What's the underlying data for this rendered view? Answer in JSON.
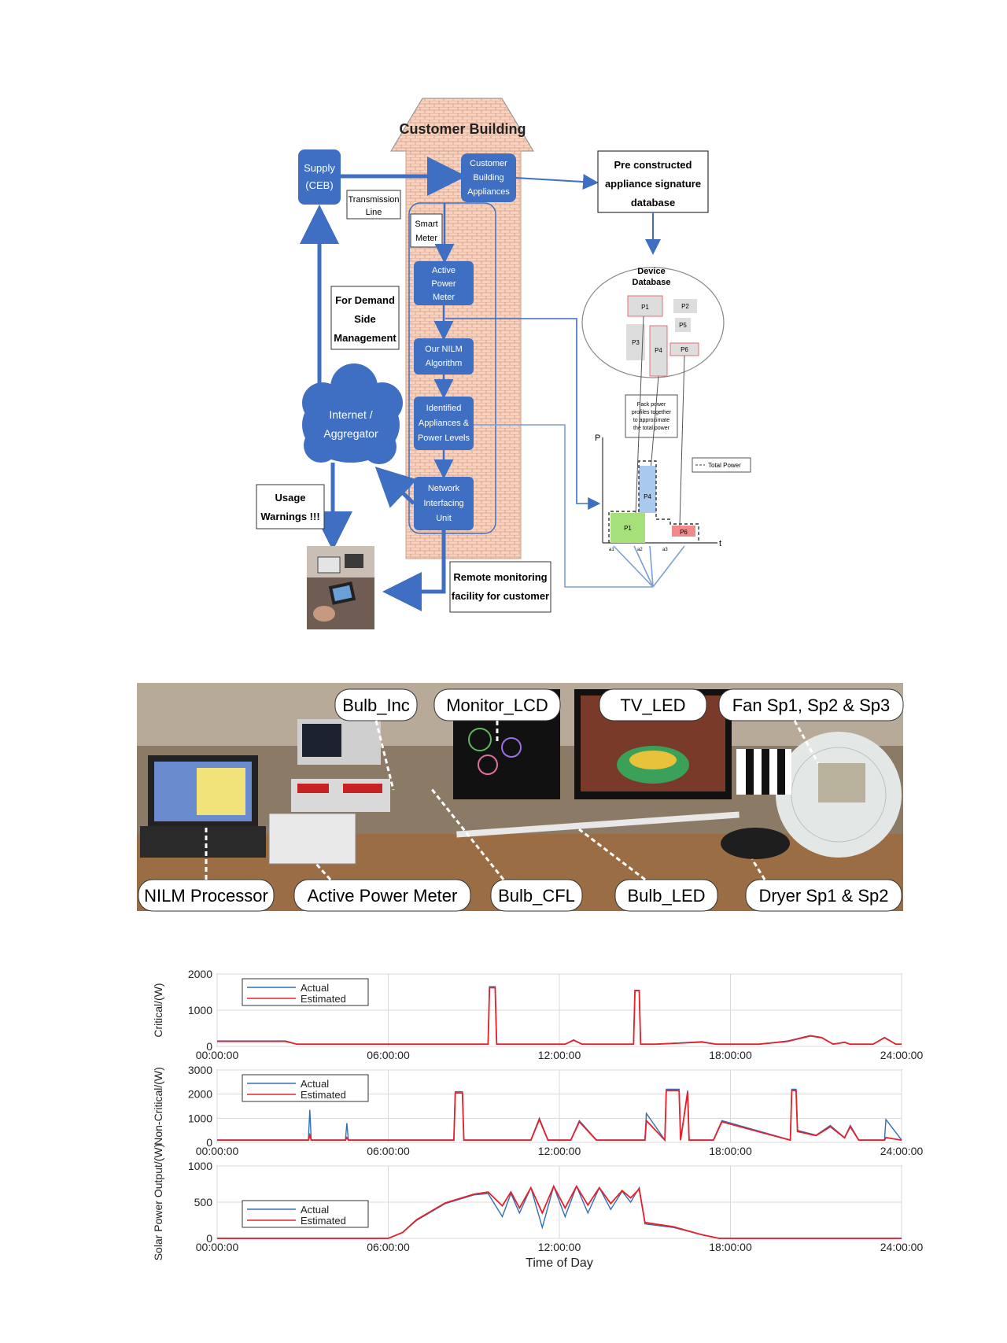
{
  "diagram": {
    "building_title": "Customer Building",
    "supply_line1": "Supply",
    "supply_line2": "(CEB)",
    "transmission_line1": "Transmission",
    "transmission_line2": "Line",
    "building_appliances_line1": "Customer",
    "building_appliances_line2": "Building",
    "building_appliances_line3": "Appliances",
    "signature_db_line1": "Pre constructed",
    "signature_db_line2": "appliance signature",
    "signature_db_line3": "database",
    "smart_meter_line1": "Smart",
    "smart_meter_line2": "Meter",
    "active_meter_line1": "Active",
    "active_meter_line2": "Power",
    "active_meter_line3": "Meter",
    "nilm_line1": "Our NILM",
    "nilm_line2": "Algorithm",
    "identified_line1": "Identified",
    "identified_line2": "Appliances &",
    "identified_line3": "Power Levels",
    "network_line1": "Network",
    "network_line2": "Interfacing",
    "network_line3": "Unit",
    "demand_line1": "For Demand",
    "demand_line2": "Side",
    "demand_line3": "Management",
    "internet_line1": "Internet /",
    "internet_line2": "Aggregator",
    "warnings_line1": "Usage",
    "warnings_line2": "Warnings !!!",
    "remote_line1": "Remote monitoring",
    "remote_line2": "facility for customer",
    "device_db_line1": "Device",
    "device_db_line2": "Database",
    "pack_line1": "Pack power",
    "pack_line2": "profiles together",
    "pack_line3": "to approximate",
    "pack_line4": "the total power",
    "total_power_legend": "Total Power",
    "profiles": [
      "P1",
      "P2",
      "P3",
      "P4",
      "P5",
      "P6"
    ],
    "axis_p": "P",
    "axis_t": "t",
    "time_marks": [
      "a1",
      "a2",
      "a3"
    ]
  },
  "photo": {
    "labels": {
      "bulb_inc": "Bulb_Inc",
      "monitor_lcd": "Monitor_LCD",
      "tv_led": "TV_LED",
      "fan": "Fan Sp1, Sp2 & Sp3",
      "nilm_processor": "NILM Processor",
      "active_power_meter": "Active Power Meter",
      "bulb_cfl": "Bulb_CFL",
      "bulb_led": "Bulb_LED",
      "dryer": "Dryer Sp1 & Sp2"
    }
  },
  "colors": {
    "actual": "#2f6fb5",
    "estimated": "#e8202a",
    "box_blue": "#3f6fc3",
    "brick": "#f3c9b0"
  },
  "chart_data": [
    {
      "type": "line",
      "ylabel": "Critical/(W)",
      "xlabel": "",
      "ylim": [
        0,
        2000
      ],
      "yticks": [
        "0",
        "1000",
        "2000"
      ],
      "xticks": [
        "00:00:00",
        "06:00:00",
        "12:00:00",
        "18:00:00",
        "24:00:00"
      ],
      "x_hours": [
        0,
        2.4,
        2.8,
        4.5,
        9.5,
        9.55,
        9.75,
        9.8,
        10.5,
        12.2,
        12.5,
        12.8,
        13.0,
        14.6,
        14.65,
        14.8,
        14.85,
        15.4,
        17.0,
        17.5,
        18.2,
        19.0,
        20.0,
        20.8,
        21.2,
        21.6,
        22.0,
        22.2,
        23.0,
        23.4,
        23.8,
        24.0
      ],
      "series": [
        {
          "name": "Actual",
          "values": [
            150,
            150,
            60,
            60,
            60,
            1650,
            1650,
            60,
            60,
            60,
            180,
            60,
            60,
            60,
            1550,
            1550,
            60,
            60,
            130,
            60,
            60,
            60,
            150,
            300,
            250,
            60,
            120,
            60,
            60,
            250,
            60,
            60
          ]
        },
        {
          "name": "Estimated",
          "values": [
            140,
            140,
            60,
            60,
            60,
            1620,
            1620,
            60,
            60,
            60,
            170,
            60,
            60,
            60,
            1540,
            1540,
            60,
            60,
            120,
            60,
            60,
            60,
            140,
            290,
            240,
            60,
            110,
            60,
            60,
            240,
            60,
            60
          ]
        }
      ]
    },
    {
      "type": "line",
      "ylabel": "Non-Critical/(W)",
      "xlabel": "",
      "ylim": [
        0,
        3000
      ],
      "yticks": [
        "0",
        "1000",
        "2000",
        "3000"
      ],
      "xticks": [
        "00:00:00",
        "06:00:00",
        "12:00:00",
        "18:00:00",
        "24:00:00"
      ],
      "x_hours": [
        0,
        3.2,
        3.25,
        3.3,
        4.5,
        4.55,
        4.6,
        8.3,
        8.35,
        8.6,
        8.65,
        11.0,
        11.3,
        11.6,
        12.4,
        12.7,
        13.3,
        15.0,
        15.05,
        15.7,
        15.75,
        16.2,
        16.25,
        16.5,
        16.55,
        17.4,
        17.7,
        20.1,
        20.15,
        20.3,
        20.35,
        21.0,
        21.5,
        22.0,
        22.2,
        22.5,
        23.0,
        23.4,
        23.45,
        24.0
      ],
      "series": [
        {
          "name": "Actual",
          "values": [
            100,
            100,
            1350,
            100,
            100,
            800,
            100,
            100,
            2100,
            2100,
            100,
            100,
            1000,
            100,
            100,
            900,
            100,
            100,
            1200,
            100,
            2200,
            2200,
            100,
            2150,
            100,
            100,
            900,
            100,
            2200,
            2200,
            500,
            300,
            700,
            200,
            700,
            100,
            100,
            100,
            950,
            100
          ]
        },
        {
          "name": "Estimated",
          "values": [
            90,
            90,
            300,
            90,
            90,
            200,
            90,
            90,
            2050,
            2050,
            90,
            90,
            950,
            90,
            90,
            850,
            90,
            90,
            900,
            90,
            2150,
            2150,
            90,
            2100,
            90,
            90,
            850,
            90,
            2150,
            2150,
            450,
            280,
            650,
            190,
            650,
            90,
            90,
            90,
            200,
            90
          ]
        }
      ]
    },
    {
      "type": "line",
      "ylabel": "Solar Power Output/(W)",
      "xlabel": "Time of Day",
      "ylim": [
        0,
        1000
      ],
      "yticks": [
        "0",
        "500",
        "1000"
      ],
      "xticks": [
        "00:00:00",
        "06:00:00",
        "12:00:00",
        "18:00:00",
        "24:00:00"
      ],
      "x_hours": [
        0,
        6.0,
        6.5,
        7.0,
        8.0,
        9.0,
        9.5,
        10.0,
        10.3,
        10.6,
        11.0,
        11.4,
        11.8,
        12.2,
        12.6,
        13.0,
        13.4,
        13.8,
        14.2,
        14.5,
        14.8,
        15.0,
        16.0,
        17.0,
        17.6,
        24.0
      ],
      "series": [
        {
          "name": "Actual",
          "values": [
            0,
            0,
            80,
            250,
            480,
            600,
            620,
            300,
            620,
            350,
            700,
            150,
            720,
            300,
            720,
            350,
            700,
            400,
            650,
            500,
            700,
            200,
            150,
            50,
            0,
            0
          ]
        },
        {
          "name": "Estimated",
          "values": [
            0,
            0,
            80,
            260,
            490,
            610,
            640,
            450,
            640,
            420,
            700,
            350,
            720,
            420,
            720,
            460,
            700,
            480,
            660,
            560,
            680,
            220,
            160,
            50,
            0,
            0
          ]
        }
      ]
    }
  ]
}
